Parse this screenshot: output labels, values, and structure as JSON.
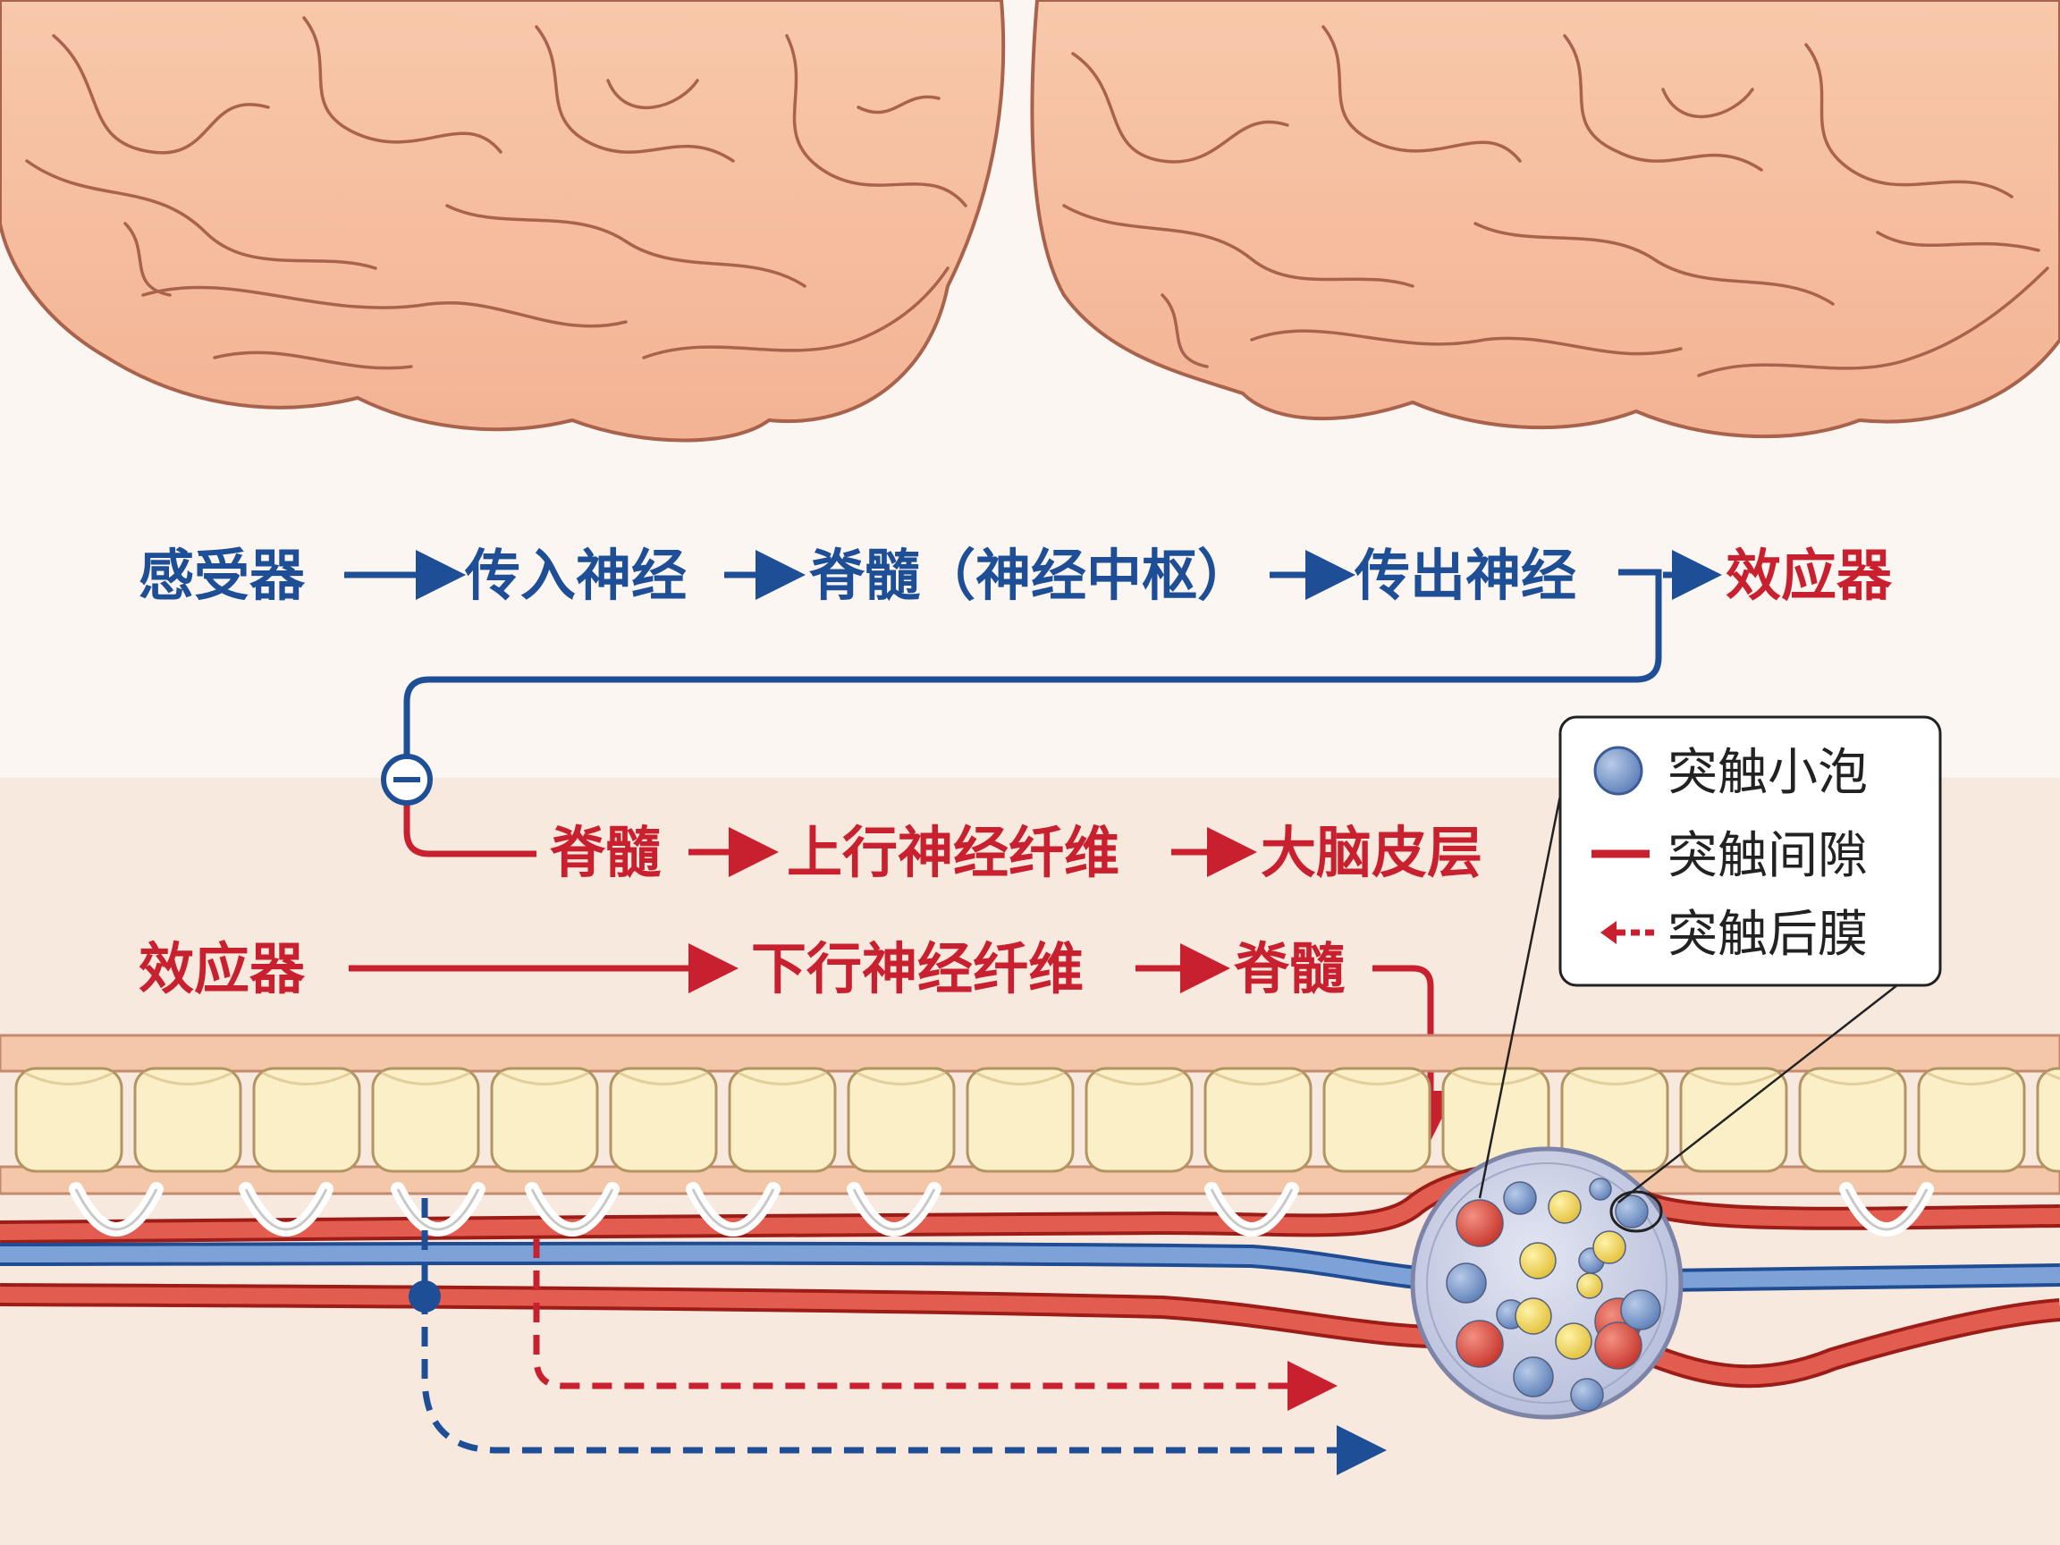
{
  "colors": {
    "blue": "#1e4f96",
    "red": "#c8202e",
    "brain_fill": "#f6c2a3",
    "brain_line": "#a9634d",
    "vertebra": "#fbefc8",
    "background": "#fbf6f1"
  },
  "flow_row_1": {
    "steps": [
      "感受器",
      "传入神经",
      "脊髓（神经中枢）",
      "传出神经",
      "效应器"
    ]
  },
  "flow_row_2": {
    "steps": [
      "脊髓",
      "上行神经纤维",
      "大脑皮层"
    ]
  },
  "flow_row_3": {
    "steps": [
      "效应器",
      "下行神经纤维",
      "脊髓"
    ]
  },
  "inhibit_symbol": "⊖",
  "legend": {
    "items": [
      {
        "label": "突触小泡",
        "icon": "vesicle-circle-icon"
      },
      {
        "label": "突触间隙",
        "icon": "red-line-icon"
      },
      {
        "label": "突触后膜",
        "icon": "dashed-arrow-icon"
      }
    ]
  }
}
